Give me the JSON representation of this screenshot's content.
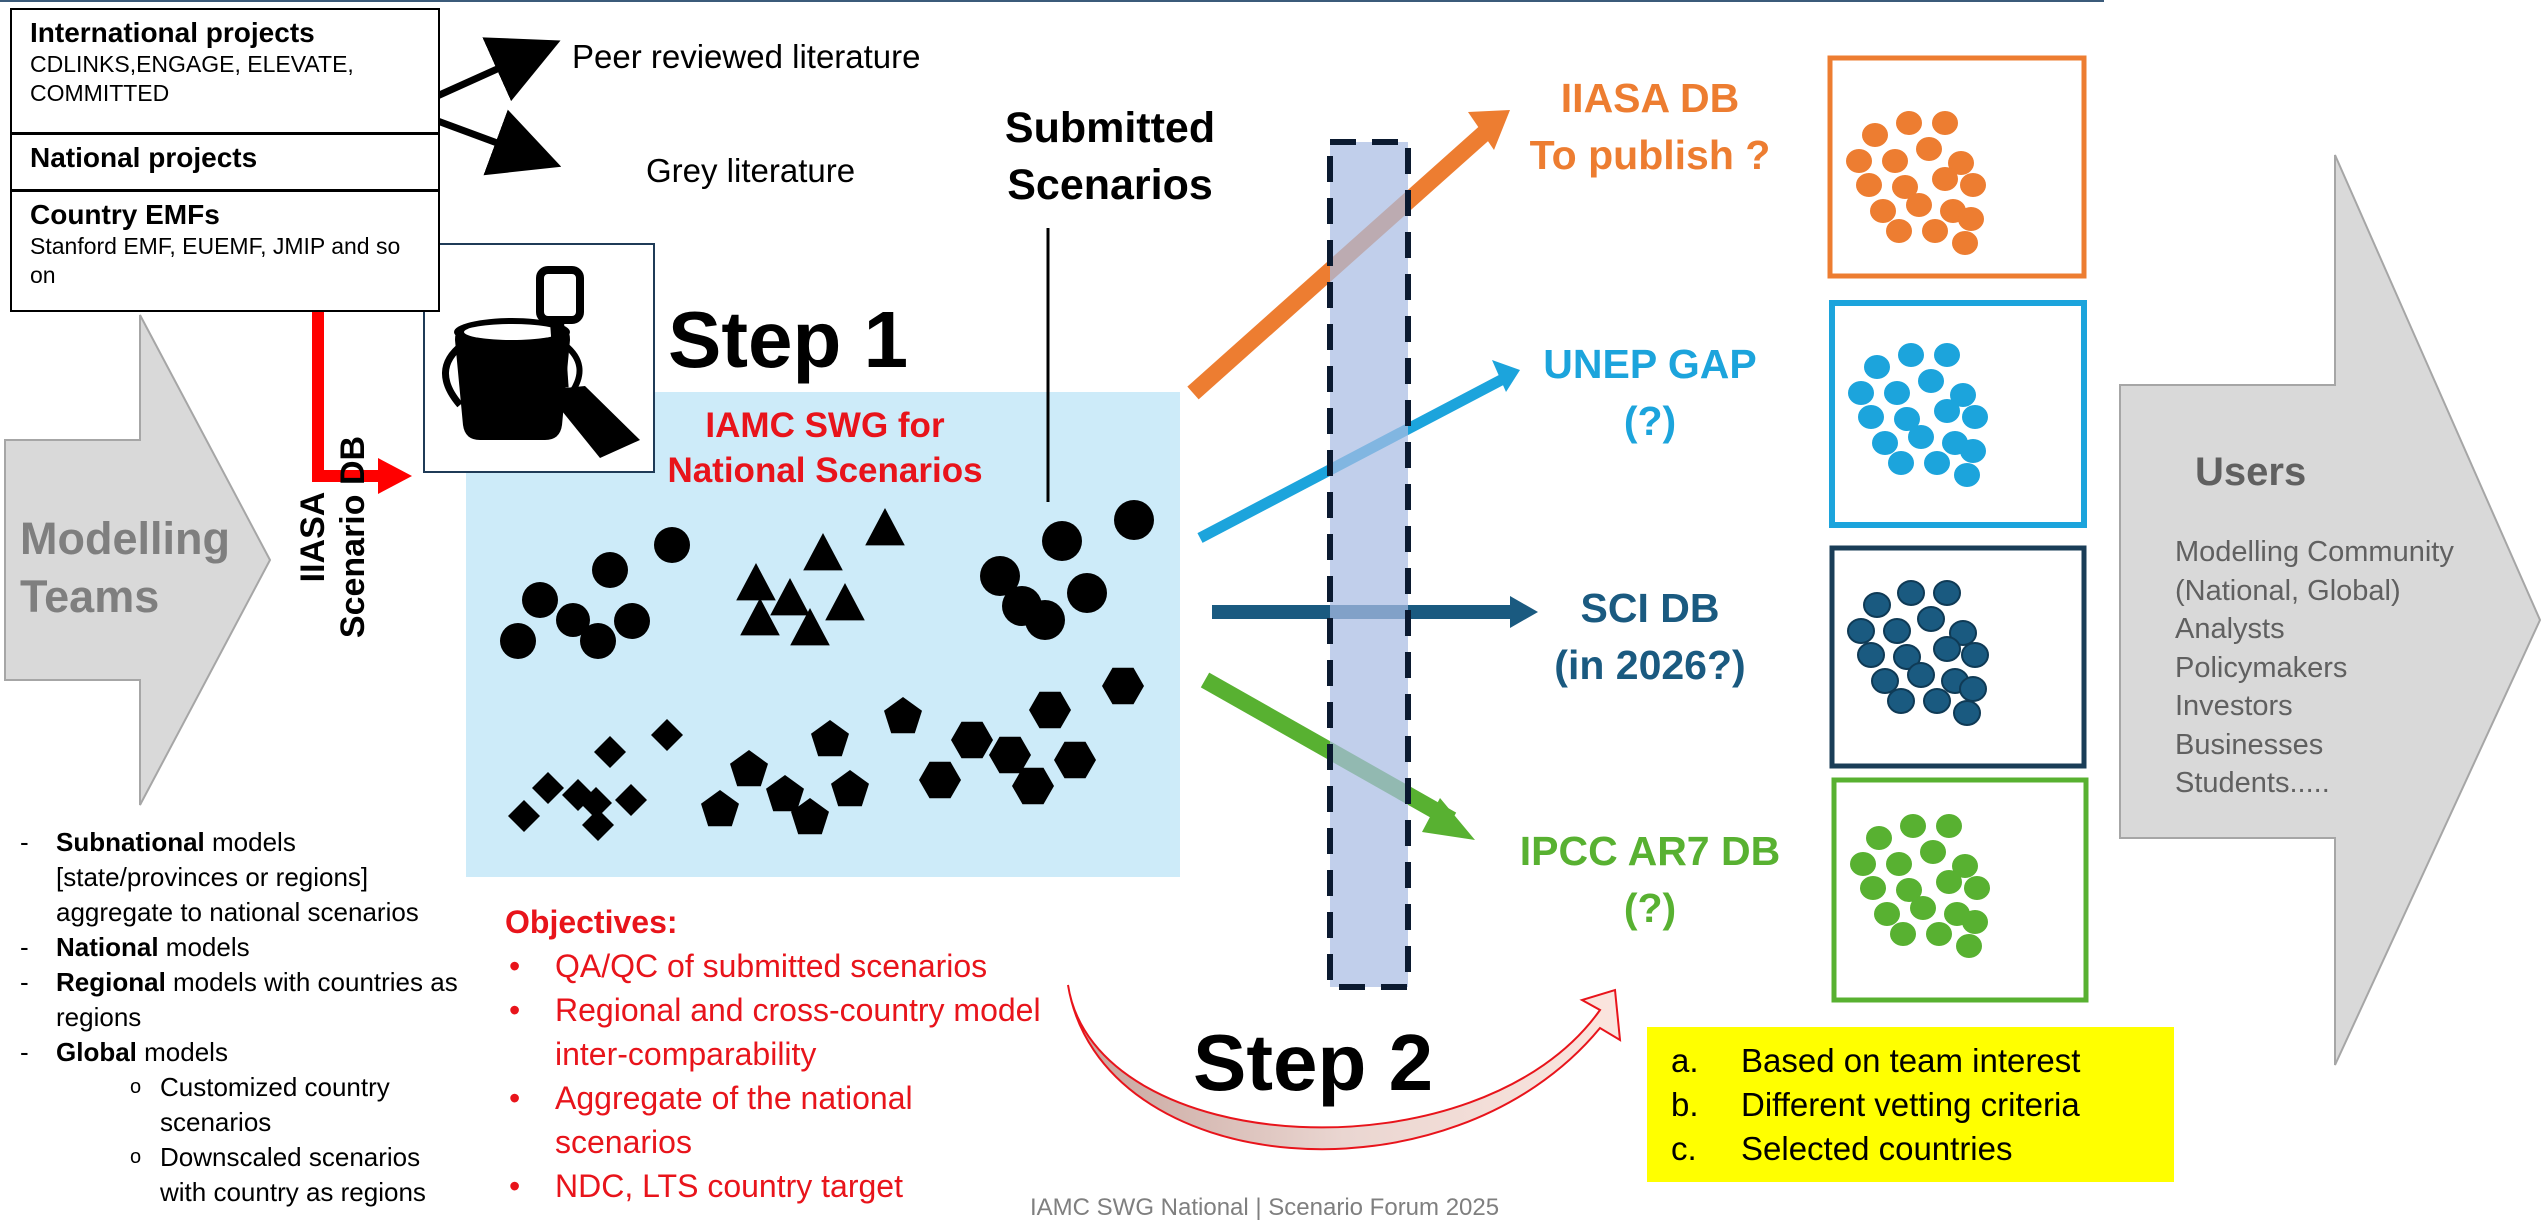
{
  "sources": {
    "international": {
      "title": "International projects",
      "subtitle": "CDLINKS,ENGAGE, ELEVATE, COMMITTED"
    },
    "national": {
      "title": "National projects"
    },
    "country_emfs": {
      "title": "Country EMFs",
      "subtitle": "Stanford EMF, EUEMF, JMIP and so on"
    }
  },
  "literature": {
    "peer": "Peer reviewed literature",
    "grey": "Grey literature"
  },
  "modelling_teams": {
    "line1": "Modelling",
    "line2": "Teams"
  },
  "scenario_db": {
    "line1": "IIASA",
    "line2": "Scenario DB"
  },
  "step1": {
    "title": "Step 1",
    "swg_line1": "IAMC SWG for",
    "swg_line2": "National Scenarios"
  },
  "submitted": {
    "line1": "Submitted",
    "line2": "Scenarios"
  },
  "step2": {
    "title": "Step 2"
  },
  "destinations": [
    {
      "line1": "IIASA DB",
      "line2": "To publish ?",
      "color": "#ed7d31"
    },
    {
      "line1": "UNEP GAP",
      "line2": "(?)",
      "color": "#1ca4dc"
    },
    {
      "line1": "SCI DB",
      "line2": "(in 2026?)",
      "color": "#1a5a80"
    },
    {
      "line1": "IPCC AR7 DB",
      "line2": "(?)",
      "color": "#58b131"
    }
  ],
  "model_types": {
    "subnational_bold": "Subnational",
    "subnational_rest": " models [state/provinces or regions] aggregate to national scenarios",
    "national_bold": "National",
    "national_rest": " models",
    "regional_bold": "Regional",
    "regional_rest": " models with countries as regions",
    "global_bold": "Global",
    "global_rest": " models",
    "sub1": "Customized country scenarios",
    "sub2": "Downscaled scenarios with country as regions"
  },
  "objectives": {
    "title": "Objectives:",
    "items": [
      "QA/QC of submitted scenarios",
      "Regional and cross-country model inter-comparability",
      "Aggregate of the national scenarios",
      "NDC, LTS country target"
    ]
  },
  "criteria": [
    {
      "letter": "a.",
      "text": "Based on team interest"
    },
    {
      "letter": "b.",
      "text": "Different vetting criteria"
    },
    {
      "letter": "c.",
      "text": "Selected countries"
    }
  ],
  "users": {
    "title": "Users",
    "items": [
      "Modelling Community",
      "(National, Global)",
      "Analysts",
      "Policymakers",
      "Investors",
      "Businesses",
      "Students....."
    ]
  },
  "footer": "IAMC SWG National | Scenario Forum 2025",
  "colors": {
    "red": "#e8141b",
    "light_blue_area": "#cdebf9",
    "grey_arrow": "#d9d9d9"
  },
  "icons": [
    "bucket-and-spade-icon"
  ]
}
